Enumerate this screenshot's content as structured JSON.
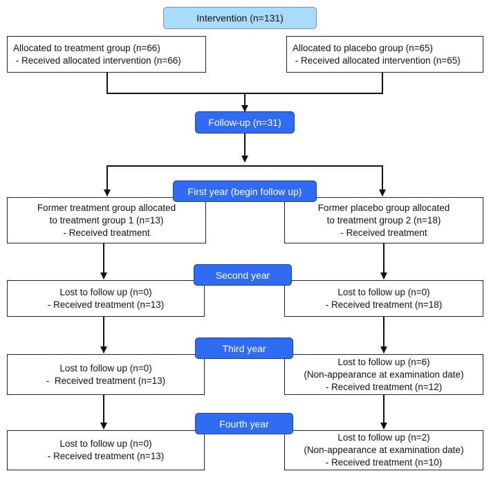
{
  "colors": {
    "stage_fill": "#2f6cf3",
    "top_fill": "#a9dcfa",
    "line": "#111111"
  },
  "intervention": "Intervention (n=131)",
  "treatment_alloc": [
    "Allocated to treatment group (n=66)",
    " - Received allocated intervention (n=66)"
  ],
  "placebo_alloc": [
    "Allocated to placebo group (n=65)",
    " - Received allocated intervention (n=65)"
  ],
  "stages": {
    "followup": "Follow-up (n=31)",
    "first": "First year (begin follow up)",
    "second": "Second year",
    "third": "Third year",
    "fourth": "Fourth year"
  },
  "first_year": {
    "left": [
      "Former treatment group allocated",
      "to treatment group 1 (n=13)",
      "- Received treatment"
    ],
    "right": [
      "Former placebo group allocated",
      "to treatment group 2 (n=18)",
      "- Received treatment"
    ]
  },
  "second_year": {
    "left": [
      "Lost to follow up (n=0)",
      "- Received treatment (n=13)"
    ],
    "right": [
      "Lost to follow up (n=0)",
      "- Received treatment (n=18)"
    ]
  },
  "third_year": {
    "left": [
      "Lost to follow up (n=0)",
      "-  Received treatment (n=13)"
    ],
    "right": [
      "Lost to follow up (n=6)",
      "(Non-appearance at examination date)",
      "- Received treatment (n=12)"
    ]
  },
  "fourth_year": {
    "left": [
      "Lost to follow up (n=0)",
      "- Received treatment (n=13)"
    ],
    "right": [
      "Lost to follow up (n=2)",
      "(Non-appearance at examination date)",
      "- Received treatment (n=10)"
    ]
  }
}
